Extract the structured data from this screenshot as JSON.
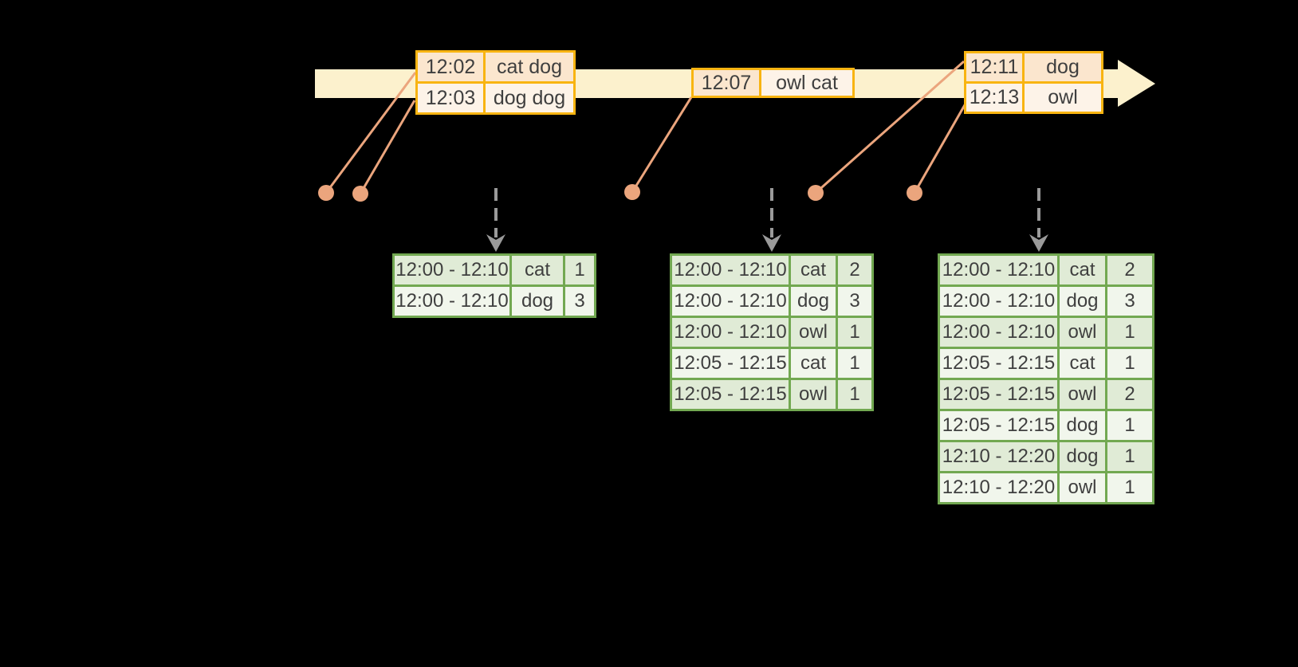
{
  "timeline": {
    "event_tables": [
      {
        "rows": [
          {
            "time": "12:02",
            "words": "cat dog"
          },
          {
            "time": "12:03",
            "words": "dog dog"
          }
        ]
      },
      {
        "rows": [
          {
            "time": "12:07",
            "words": "owl cat"
          }
        ]
      },
      {
        "rows": [
          {
            "time": "12:11",
            "words": "dog"
          },
          {
            "time": "12:13",
            "words": "owl"
          }
        ]
      }
    ]
  },
  "result_tables": [
    {
      "rows": [
        {
          "window": "12:00 - 12:10",
          "word": "cat",
          "count": "1"
        },
        {
          "window": "12:00 - 12:10",
          "word": "dog",
          "count": "3"
        }
      ]
    },
    {
      "rows": [
        {
          "window": "12:00 - 12:10",
          "word": "cat",
          "count": "2"
        },
        {
          "window": "12:00 - 12:10",
          "word": "dog",
          "count": "3"
        },
        {
          "window": "12:00 - 12:10",
          "word": "owl",
          "count": "1"
        },
        {
          "window": "12:05 - 12:15",
          "word": "cat",
          "count": "1"
        },
        {
          "window": "12:05 - 12:15",
          "word": "owl",
          "count": "1"
        }
      ]
    },
    {
      "rows": [
        {
          "window": "12:00 - 12:10",
          "word": "cat",
          "count": "2"
        },
        {
          "window": "12:00 - 12:10",
          "word": "dog",
          "count": "3"
        },
        {
          "window": "12:00 - 12:10",
          "word": "owl",
          "count": "1"
        },
        {
          "window": "12:05 - 12:15",
          "word": "cat",
          "count": "1"
        },
        {
          "window": "12:05 - 12:15",
          "word": "owl",
          "count": "2"
        },
        {
          "window": "12:05 - 12:15",
          "word": "dog",
          "count": "1"
        },
        {
          "window": "12:10 - 12:20",
          "word": "dog",
          "count": "1"
        },
        {
          "window": "12:10 - 12:20",
          "word": "owl",
          "count": "1"
        }
      ]
    }
  ],
  "colors": {
    "background": "#000000",
    "timeline_band": "#fcf1cd",
    "event_table_border": "#f8b411",
    "event_row_dark": "#fbe6ce",
    "event_row_light": "#fdf3e8",
    "connector_salmon": "#eba57d",
    "result_table_border": "#72a851",
    "result_row_dark": "#e0ebd6",
    "result_row_light": "#f1f6ec",
    "trigger_arrow_gray": "#9a9a9a",
    "text": "#3f3f3f"
  }
}
